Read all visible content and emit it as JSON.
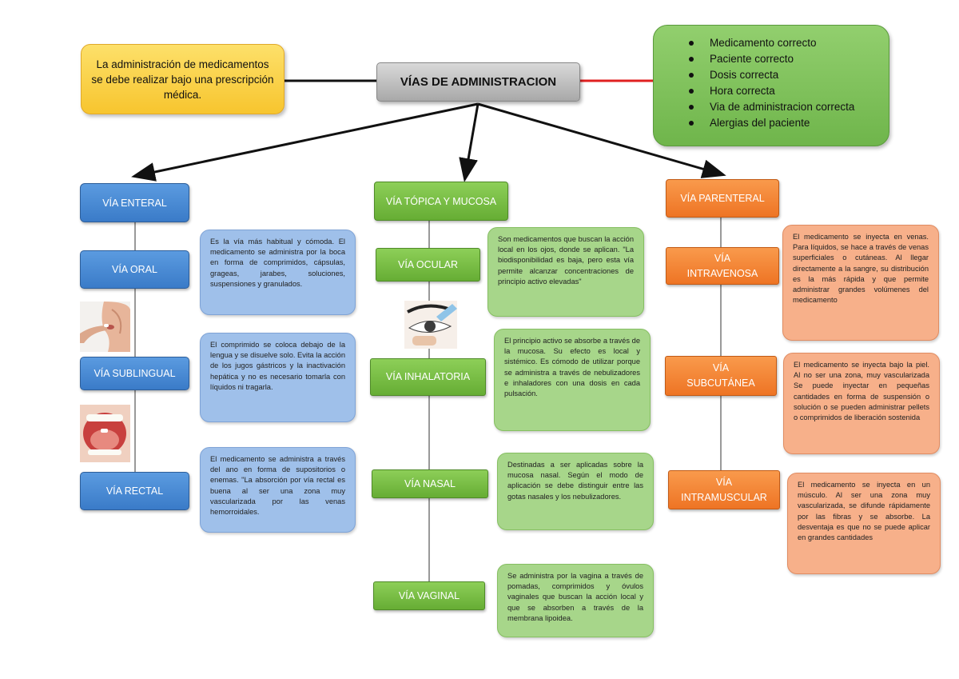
{
  "intro": "La administración de medicamentos se debe realizar bajo una prescripción médica.",
  "title": "VÍAS DE ADMINISTRACION",
  "checklist": [
    "Medicamento correcto",
    "Paciente correcto",
    "Dosis correcta",
    "Hora correcta",
    "Via de administracion correcta",
    "Alergias del paciente"
  ],
  "enteral": {
    "heading": "VÍA ENTERAL",
    "items": [
      {
        "name": "VÍA ORAL",
        "desc": "Es la vía más habitual y cómoda. El medicamento se administra por la boca en forma de comprimidos, cápsulas, grageas, jarabes, soluciones, suspensiones y granulados."
      },
      {
        "name": "VÍA SUBLINGUAL",
        "desc": "El comprimido se coloca debajo de la lengua y se disuelve solo. Evita la acción de los jugos gástricos y la inactivación hepática y no es necesario tomarla con líquidos ni tragarla."
      },
      {
        "name": "VÍA RECTAL",
        "desc": "El medicamento se administra a través del ano en forma de supositorios o enemas. \"La absorción por vía rectal es buena al ser una zona muy vascularizada por las venas hemorroidales."
      }
    ]
  },
  "topica": {
    "heading": "VÍA TÓPICA Y MUCOSA",
    "items": [
      {
        "name": "VÍA OCULAR",
        "desc": "Son medicamentos que buscan la acción local en los ojos, donde se aplican. \"La biodisponibilidad es baja, pero esta vía permite alcanzar concentraciones de principio activo elevadas\""
      },
      {
        "name": "VÍA INHALATORIA",
        "desc": "El principio activo se absorbe a través de la mucosa. Su efecto es local y sistémico. Es cómodo de utilizar porque se administra a través de nebulizadores e inhaladores con una dosis en cada pulsación."
      },
      {
        "name": "VÍA NASAL",
        "desc": "Destinadas a ser aplicadas sobre la mucosa nasal. Según el modo de aplicación se debe distinguir entre las gotas nasales y los nebulizadores."
      },
      {
        "name": "VÍA VAGINAL",
        "desc": "Se administra por la vagina a través de pomadas, comprimidos y óvulos vaginales que buscan la acción local y que se absorben a través de la membrana lipoidea."
      }
    ]
  },
  "parenteral": {
    "heading": "VÍA PARENTERAL",
    "items": [
      {
        "name": "VÍA INTRAVENOSA",
        "desc": "El medicamento se inyecta en venas. Para líquidos, se hace a través de venas superficiales o cutáneas. Al llegar directamente a la sangre, su distribución es la más rápida y que permite administrar grandes volúmenes del medicamento"
      },
      {
        "name": "VÍA SUBCUTÁNEA",
        "desc": "El medicamento se inyecta bajo la piel. Al no ser una zona, muy vascularizada Se puede inyectar en pequeñas cantidades en forma de suspensión o solución o se pueden administrar pellets o comprimidos de liberación sostenida"
      },
      {
        "name": "VÍA INTRAMUSCULAR",
        "desc": "El medicamento se inyecta en un músculo. Al ser una zona muy vascularizada, se difunde rápidamente por las fibras y se absorbe. La desventaja es que no se puede aplicar en grandes cantidades"
      }
    ]
  },
  "colors": {
    "blue": "#3a7bc8",
    "green": "#66ad34",
    "orange": "#ee7424",
    "connector_red": "#e02020"
  }
}
